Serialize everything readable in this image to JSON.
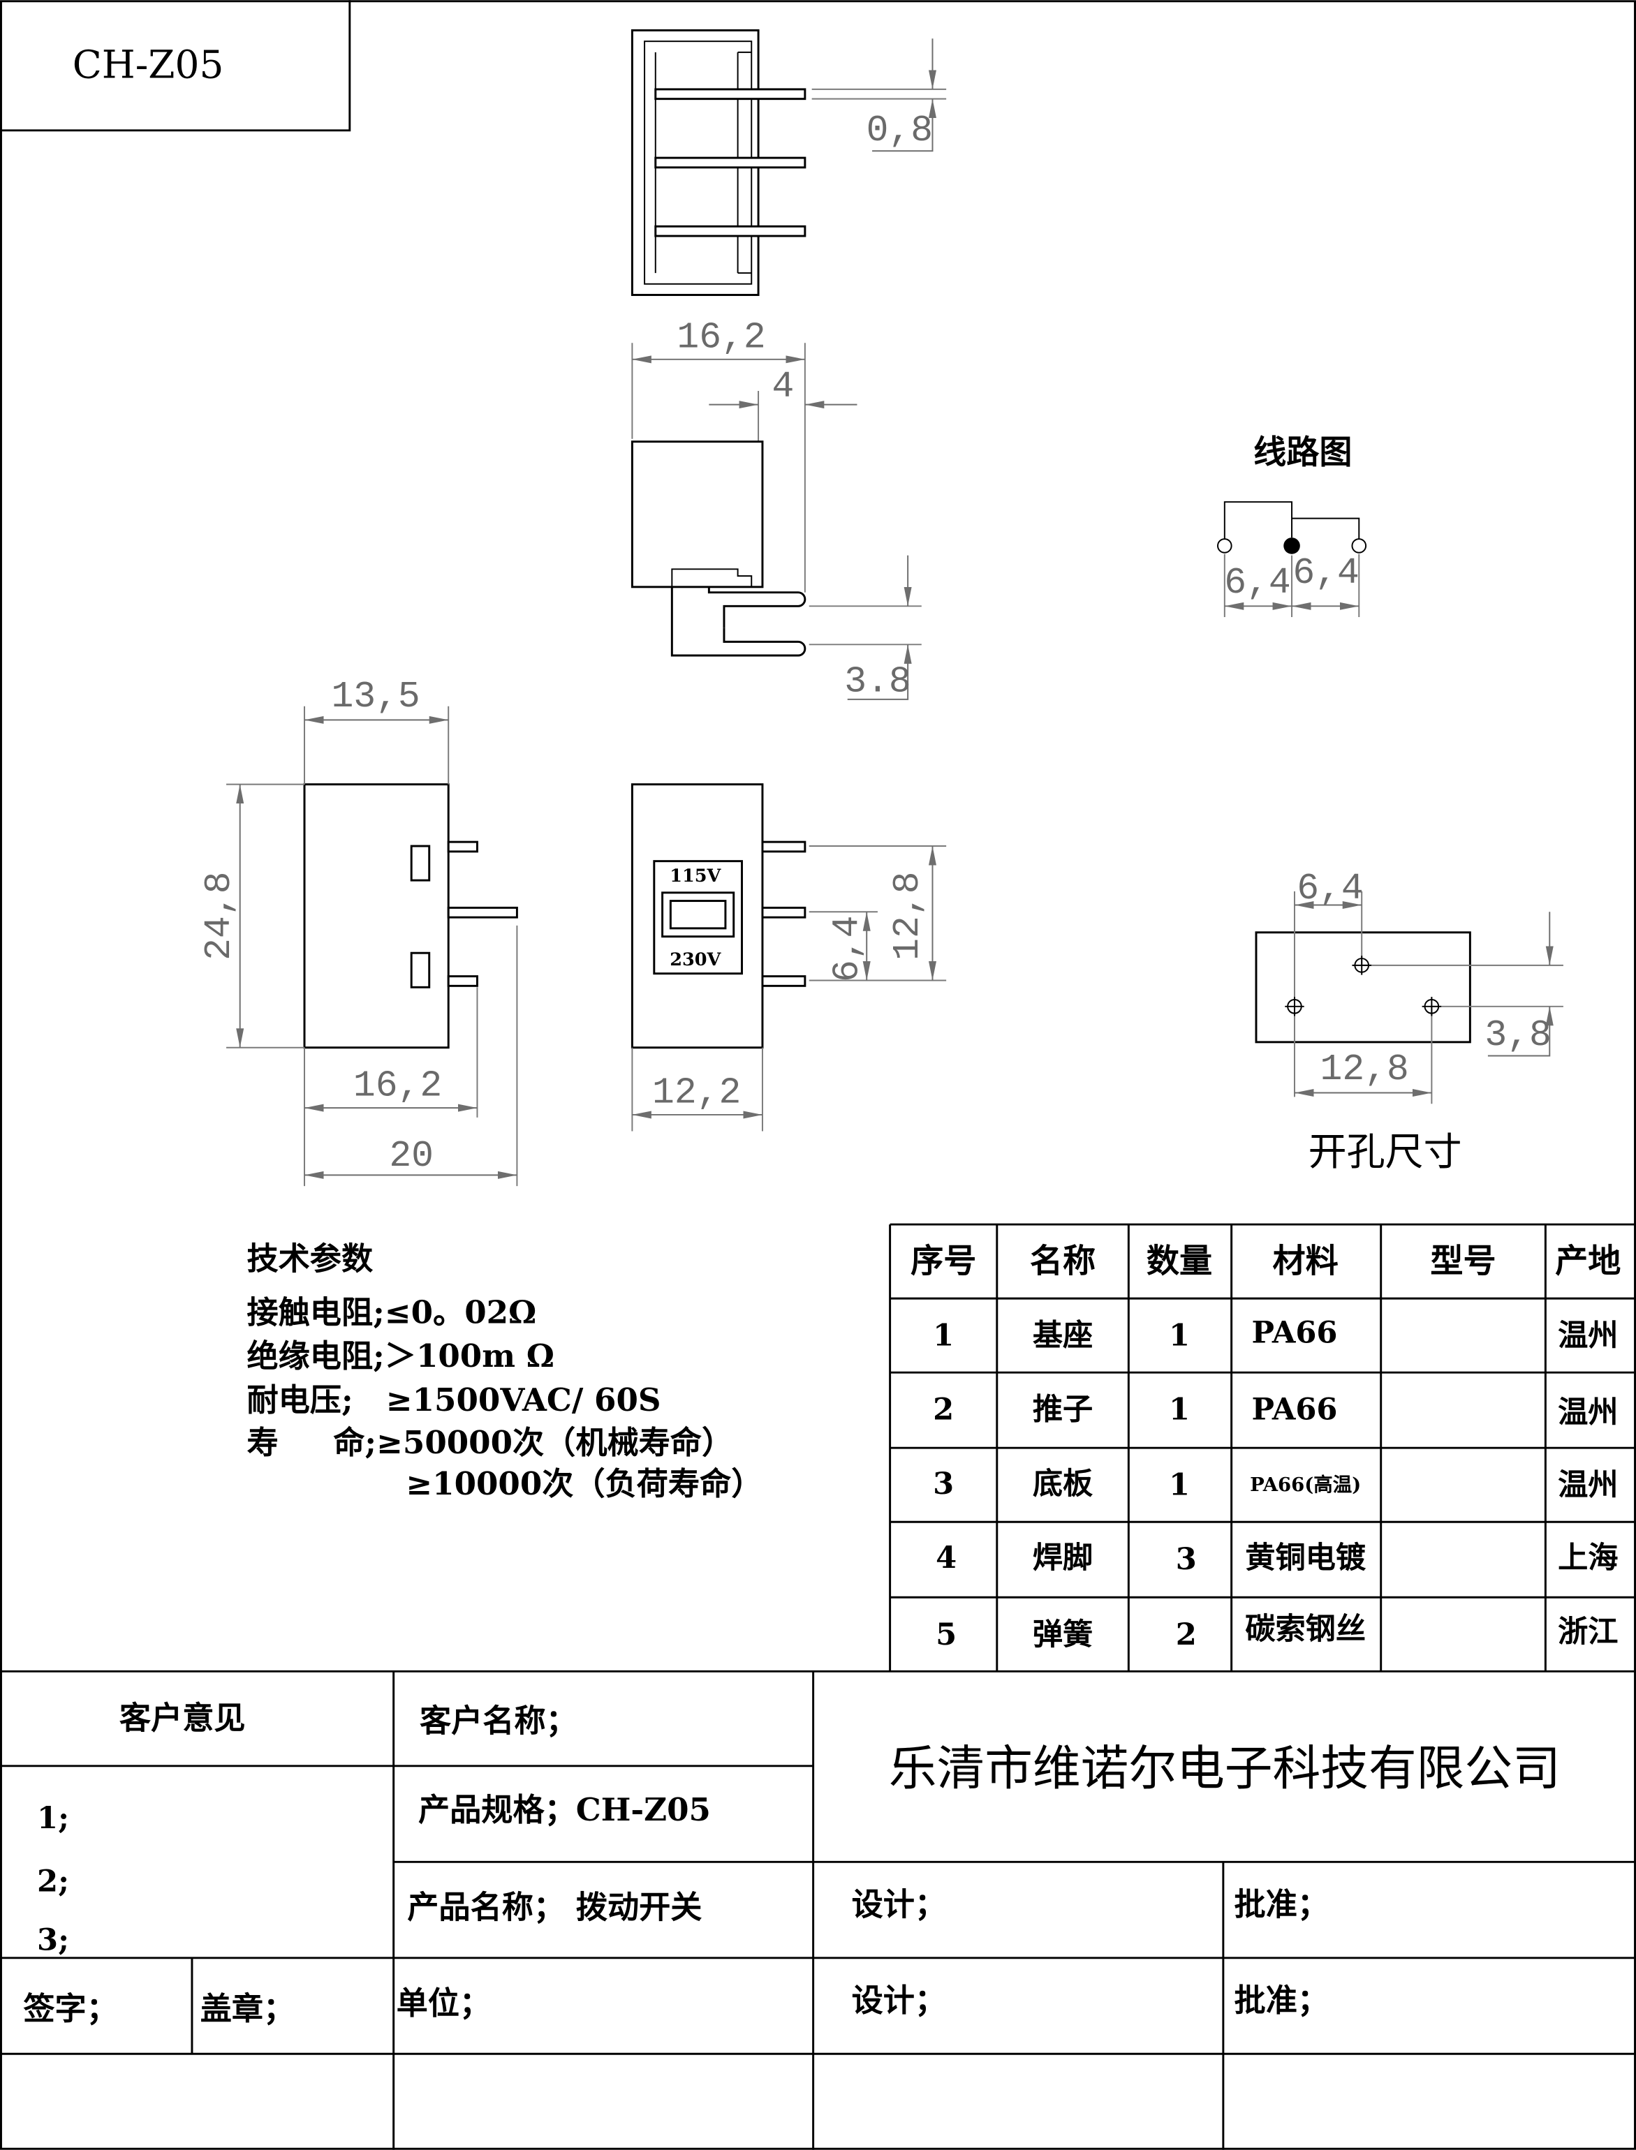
{
  "title_box": {
    "model": "CH-Z05"
  },
  "top_view": {
    "dim_pin_thickness": "0,8"
  },
  "side_view": {
    "dim_length": "16,2",
    "dim_step": "4",
    "dim_pin_pitch": "3.8"
  },
  "front_view": {
    "dim_width": "13,5",
    "dim_height": "24,8",
    "dim_body_to_pin": "16,2",
    "dim_overall": "20"
  },
  "rear_view": {
    "voltage_top": "115V",
    "voltage_bottom": "230V",
    "dim_pin_span": "12,8",
    "dim_pin_pitch": "6,4",
    "dim_width": "12,2"
  },
  "circuit": {
    "title": "线路图",
    "dim_left": "6,4",
    "dim_right": "6,4"
  },
  "cutout": {
    "title": "开孔尺寸",
    "dim_pitch_x": "6,4",
    "dim_pitch_y": "3,8",
    "dim_span": "12,8"
  },
  "tech_params": {
    "title": "技术参数",
    "lines": [
      "接触电阻;≤0。02Ω",
      "绝缘电阻;＞100m Ω",
      "耐电压;   ≥1500VAC/ 60S",
      "寿     命;≥50000次（机械寿命）",
      "≥10000次（负荷寿命）"
    ]
  },
  "parts_table": {
    "headers": [
      "序号",
      "名称",
      "数量",
      "材料",
      "型号",
      "产地"
    ],
    "rows": [
      {
        "no": "1",
        "name": "基座",
        "qty": "1",
        "material": "PA66",
        "origin": "温州"
      },
      {
        "no": "2",
        "name": "推子",
        "qty": "1",
        "material": "PA66",
        "origin": "温州"
      },
      {
        "no": "3",
        "name": "底板",
        "qty": "1",
        "material": "PA66(高温)",
        "origin": "温州"
      },
      {
        "no": "4",
        "name": "焊脚",
        "qty": "3",
        "material": "黄铜电镀",
        "origin": "上海"
      },
      {
        "no": "5",
        "name": "弹簧",
        "qty": "2",
        "material": "碳索钢丝",
        "origin": "浙江"
      }
    ]
  },
  "title_block": {
    "customer_opinion": "客户意见",
    "opinion_items": [
      "1;",
      "2;",
      "3;"
    ],
    "customer_name": "客户名称；",
    "product_spec": "产品规格；CH-Z05",
    "product_name": "产品名称； 拨动开关",
    "company": "乐清市维诺尔电子科技有限公司",
    "design_1": "设计；",
    "approve_1": "批准；",
    "signature": "签字；",
    "seal": "盖章；",
    "unit": "单位；",
    "design_2": "设计；",
    "approve_2": "批准；"
  }
}
